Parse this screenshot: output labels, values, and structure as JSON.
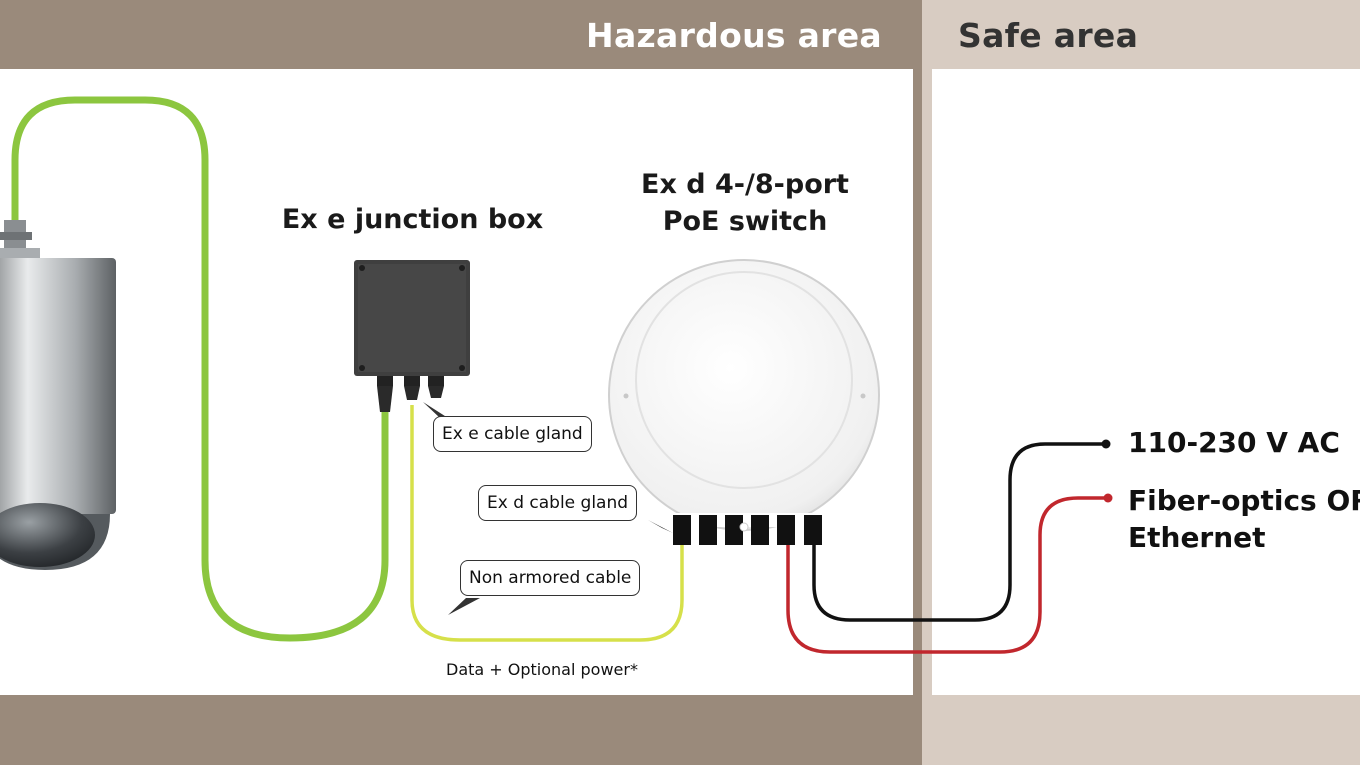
{
  "zones": {
    "hazardous": {
      "title": "Hazardous area",
      "band_color": "#9a8a7b",
      "text_color": "#ffffff"
    },
    "safe": {
      "title": "Safe area",
      "band_color": "#d8ccc2",
      "text_color": "#333333"
    }
  },
  "labels": {
    "junction_box": "Ex e junction box",
    "switch_line1": "Ex d 4-/8-port",
    "switch_line2": "PoE switch",
    "ex_e_gland": "Ex e cable gland",
    "ex_d_gland": "Ex d cable gland",
    "non_armored": "Non armored cable",
    "data_power": "Data + Optional power*",
    "ac_power": "110-230 V AC",
    "fiber_line1": "Fiber-optics OR",
    "fiber_line2": "Ethernet"
  },
  "icons": {
    "camera": "camera-icon",
    "junction_box": "junction-box-icon",
    "switch": "poe-switch-icon"
  },
  "colors": {
    "green_cable": "#8cc63f",
    "yellow_cable": "#d6e04a",
    "power_cable": "#111111",
    "fiber_cable": "#c1272d",
    "accent_dot_ac": "#111111",
    "accent_dot_fiber": "#c1272d"
  }
}
